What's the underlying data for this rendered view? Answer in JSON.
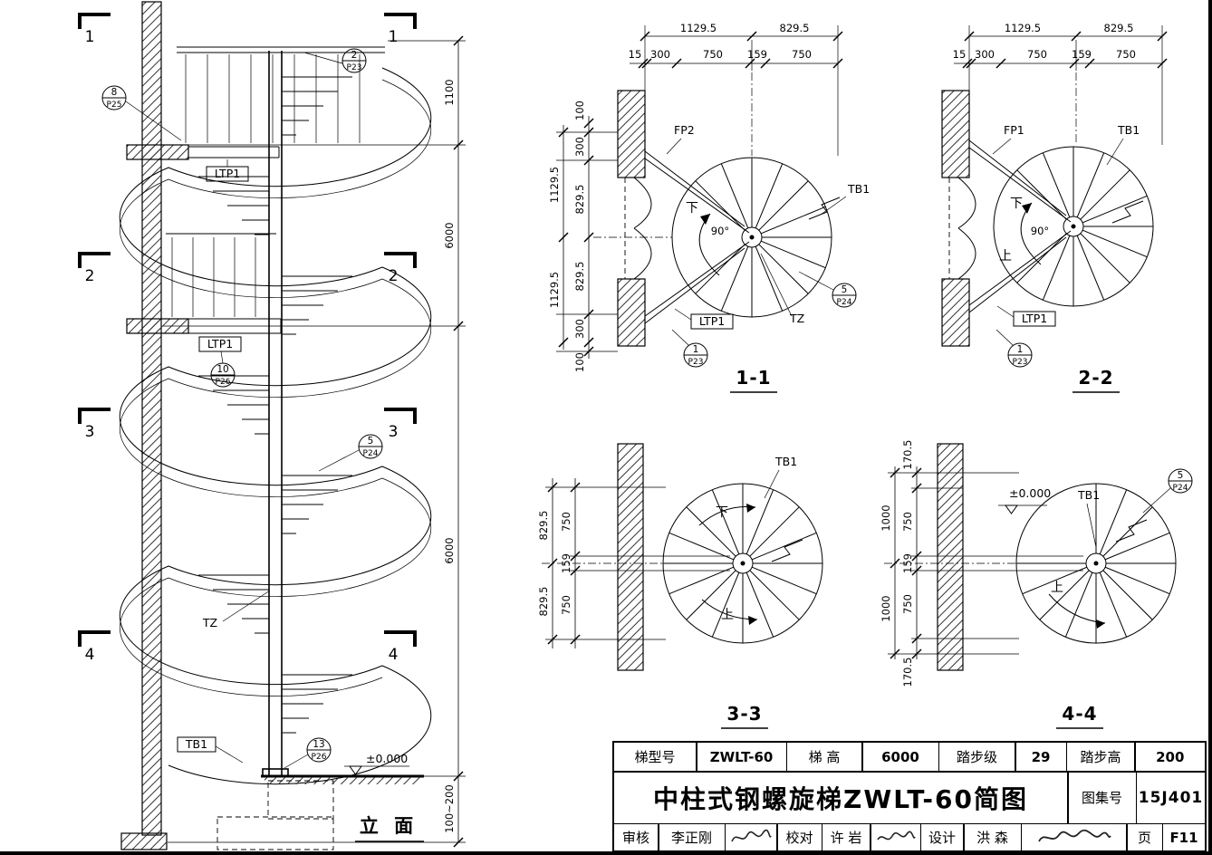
{
  "elevation": {
    "title": "立 面",
    "section_left": [
      "1",
      "2",
      "3",
      "4"
    ],
    "section_right": [
      "1",
      "2",
      "3",
      "4"
    ],
    "dim_right": [
      "1100",
      "6000",
      "6000",
      "100~200"
    ],
    "ltp1_upper": "LTP1",
    "ltp1_lower": "LTP1",
    "tz": "TZ",
    "tb1": "TB1",
    "level": "±0.000",
    "ref_8": {
      "n": "8",
      "p": "P25"
    },
    "ref_2": {
      "n": "2",
      "p": "P23"
    },
    "ref_10": {
      "n": "10",
      "p": "P26"
    },
    "ref_5": {
      "n": "5",
      "p": "P24"
    },
    "ref_13": {
      "n": "13",
      "p": "P26"
    }
  },
  "plan11": {
    "title": "1-1",
    "dim_top_row1": [
      "1129.5",
      "829.5"
    ],
    "dim_top_row2": [
      "15",
      "300",
      "750",
      "159",
      "750"
    ],
    "dim_left_outer": [
      "1129.5",
      "1129.5"
    ],
    "dim_left_inner": [
      "100",
      "300",
      "829.5",
      "829.5",
      "300",
      "100"
    ],
    "fp": "FP2",
    "tb1": "TB1",
    "down": "下",
    "angle": "90°",
    "ltp1": "LTP1",
    "tz": "TZ",
    "ref_5": {
      "n": "5",
      "p": "P24"
    },
    "ref_1": {
      "n": "1",
      "p": "P23"
    }
  },
  "plan22": {
    "title": "2-2",
    "dim_top_row1": [
      "1129.5",
      "829.5"
    ],
    "dim_top_row2": [
      "15",
      "300",
      "750",
      "159",
      "750"
    ],
    "fp": "FP1",
    "tb1": "TB1",
    "down": "下",
    "up": "上",
    "angle": "90°",
    "ltp1": "LTP1",
    "ref_1": {
      "n": "1",
      "p": "P23"
    }
  },
  "plan33": {
    "title": "3-3",
    "dim_left_outer": [
      "829.5",
      "829.5"
    ],
    "dim_left_inner": [
      "750",
      "159",
      "750"
    ],
    "tb1": "TB1",
    "down": "下",
    "up": "上"
  },
  "plan44": {
    "title": "4-4",
    "dim_left_outer": [
      "1000",
      "1000"
    ],
    "dim_left_inner": [
      "170.5",
      "750",
      "159",
      "750",
      "170.5"
    ],
    "level": "±0.000",
    "tb1": "TB1",
    "up": "上",
    "ref_5": {
      "n": "5",
      "p": "P24"
    }
  },
  "title_block": {
    "row1": [
      {
        "label": "梯型号",
        "value": "ZWLT-60"
      },
      {
        "label": "梯  高",
        "value": "6000"
      },
      {
        "label": "踏步级",
        "value": "29"
      },
      {
        "label": "踏步高",
        "value": "200"
      }
    ],
    "main_title": "中柱式钢螺旋梯ZWLT-60简图",
    "atlas_label": "图集号",
    "atlas_value": "15J401",
    "reviewer_label": "审核",
    "reviewer_name": "李正刚",
    "checker_label": "校对",
    "checker_name": "许 岩",
    "designer_label": "设计",
    "designer_name": "洪 森",
    "page_label": "页",
    "page_value": "F11"
  }
}
